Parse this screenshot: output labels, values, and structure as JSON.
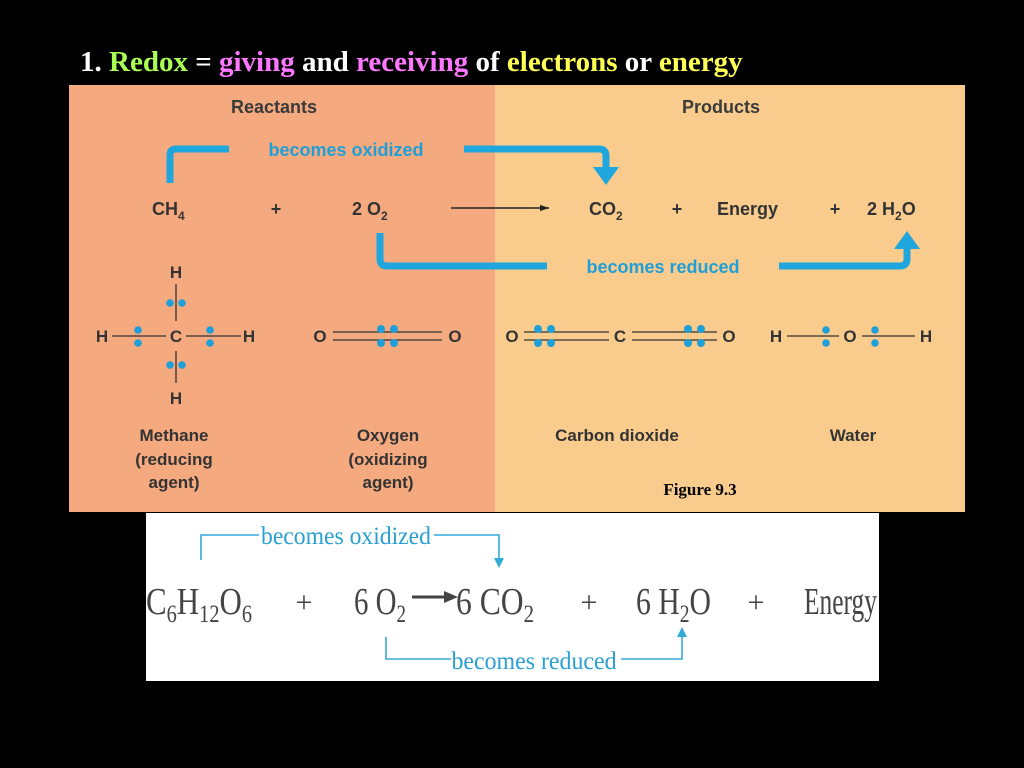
{
  "slide": {
    "title": {
      "number": "1.",
      "word_redox": "Redox",
      "equals": "=",
      "word_giving": "giving",
      "word_and": "and",
      "word_receiving": "receiving",
      "word_of": "of",
      "word_electrons": "electrons",
      "word_or": "or",
      "word_energy": "energy"
    },
    "colors": {
      "title_white": "#ffffff",
      "title_green": "#aaff55",
      "title_magenta": "#ff77ff",
      "title_yellow": "#ffff55",
      "reactants_bg": "#f5a97f",
      "products_bg": "#f9cc8e",
      "arrow_blue": "#1ea6dd",
      "electron_blue": "#1e9fd8"
    }
  },
  "figure1": {
    "reactants_header": "Reactants",
    "products_header": "Products",
    "becomes_oxidized": "becomes oxidized",
    "becomes_reduced": "becomes reduced",
    "equation": {
      "ch4_base": "CH",
      "ch4_sub": "4",
      "plus1": "+",
      "o2_coef": "2 O",
      "o2_sub": "2",
      "co2_base": "CO",
      "co2_sub": "2",
      "plus2": "+",
      "energy": "Energy",
      "plus3": "+",
      "h2o_coef": "2 H",
      "h2o_sub": "2",
      "h2o_end": "O"
    },
    "structures": {
      "methane": {
        "center": "C",
        "top": "H",
        "bottom": "H",
        "left": "H",
        "right": "H"
      },
      "oxygen": {
        "left": "O",
        "right": "O"
      },
      "co2": {
        "left": "O",
        "center": "C",
        "right": "O"
      },
      "water": {
        "left": "H",
        "center": "O",
        "right": "H"
      }
    },
    "labels": {
      "methane": [
        "Methane",
        "(reducing",
        "agent)"
      ],
      "oxygen": [
        "Oxygen",
        "(oxidizing",
        "agent)"
      ],
      "co2": [
        "Carbon dioxide"
      ],
      "water": [
        "Water"
      ]
    },
    "caption": "Figure 9.3"
  },
  "figure2": {
    "becomes_oxidized": "becomes oxidized",
    "becomes_reduced": "becomes reduced",
    "equation": {
      "glucose": [
        "C",
        "6",
        "H",
        "12",
        "O",
        "6"
      ],
      "plus1": "+",
      "o2_coef": "6 O",
      "o2_sub": "2",
      "co2_coef": "6 CO",
      "co2_sub": "2",
      "plus2": "+",
      "h2o_coef": "6 H",
      "h2o_sub": "2",
      "h2o_end": "O",
      "plus3": "+",
      "energy": "Energy"
    }
  }
}
